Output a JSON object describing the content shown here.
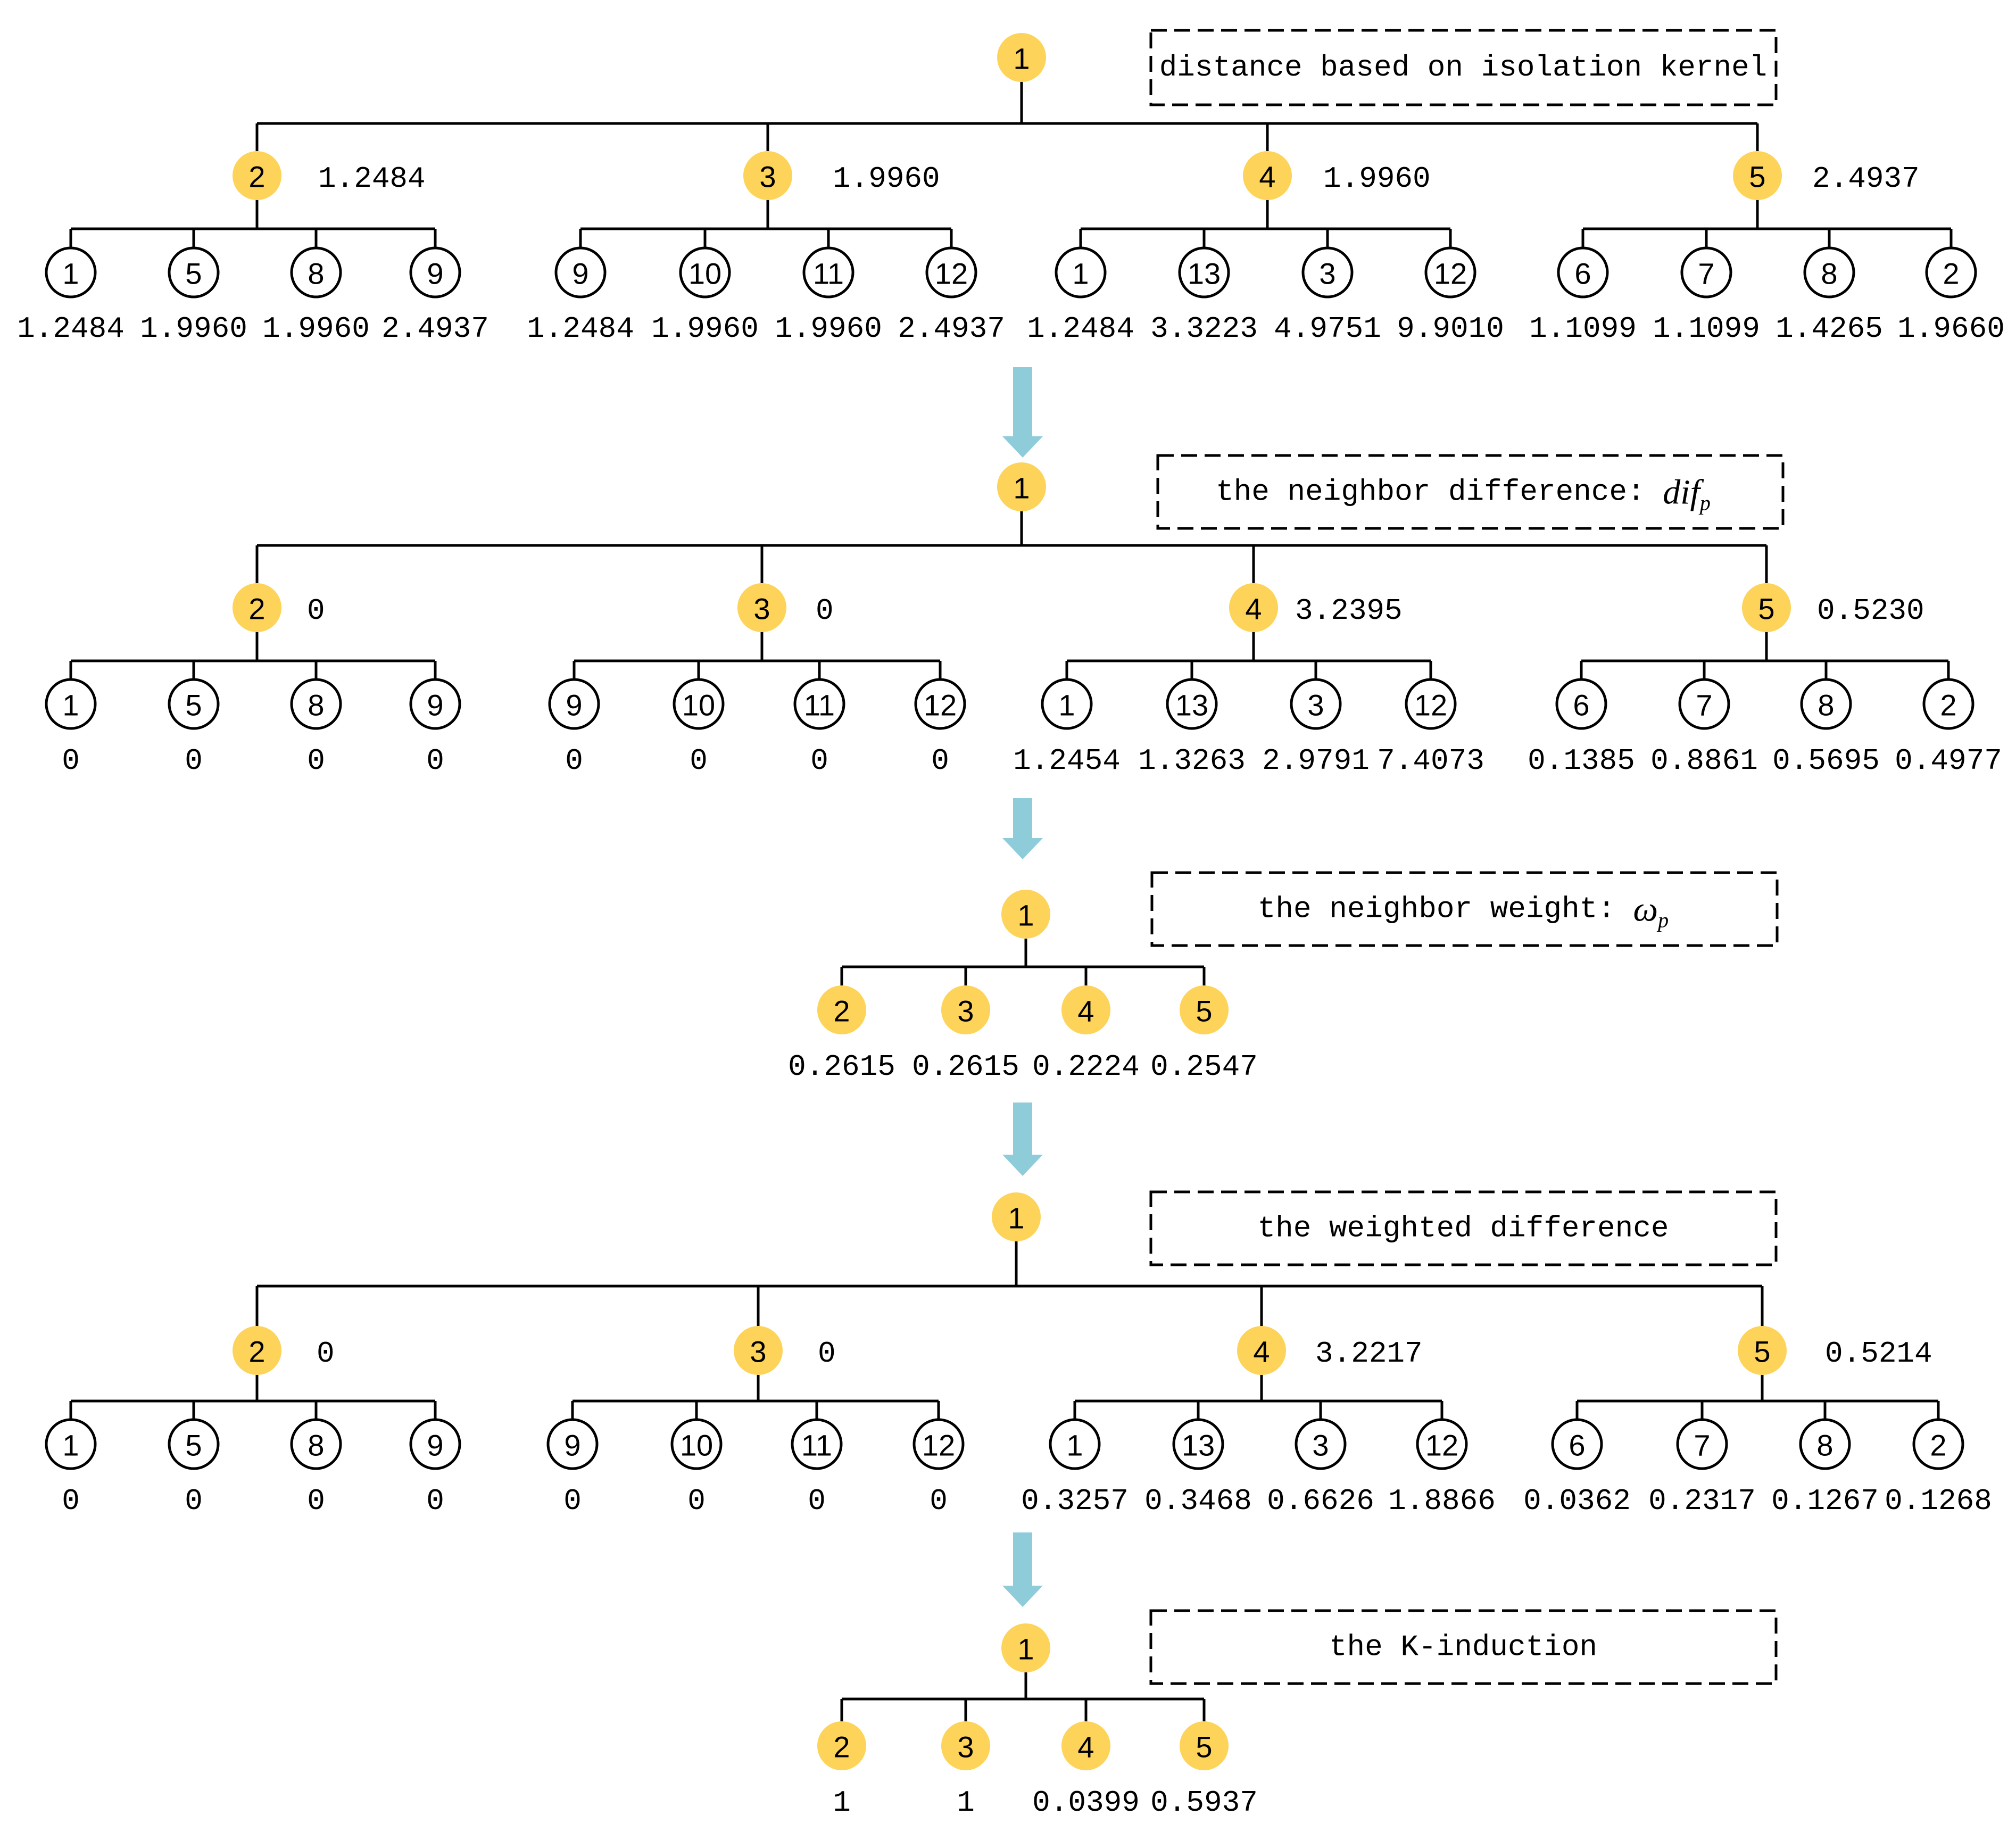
{
  "colors": {
    "highlight_node": "#FDD35A",
    "arrow": "#8FCCDA",
    "line": "#000000"
  },
  "stages": [
    {
      "title": "distance based on isolation kernel",
      "root": "1",
      "children": [
        {
          "label": "2",
          "value": "1.2484",
          "leaves": [
            {
              "label": "1",
              "value": "1.2484"
            },
            {
              "label": "5",
              "value": "1.9960"
            },
            {
              "label": "8",
              "value": "1.9960"
            },
            {
              "label": "9",
              "value": "2.4937"
            }
          ]
        },
        {
          "label": "3",
          "value": "1.9960",
          "leaves": [
            {
              "label": "9",
              "value": "1.2484"
            },
            {
              "label": "10",
              "value": "1.9960"
            },
            {
              "label": "11",
              "value": "1.9960"
            },
            {
              "label": "12",
              "value": "2.4937"
            }
          ]
        },
        {
          "label": "4",
          "value": "1.9960",
          "leaves": [
            {
              "label": "1",
              "value": "1.2484"
            },
            {
              "label": "13",
              "value": "3.3223"
            },
            {
              "label": "3",
              "value": "4.9751"
            },
            {
              "label": "12",
              "value": "9.9010"
            }
          ]
        },
        {
          "label": "5",
          "value": "2.4937",
          "leaves": [
            {
              "label": "6",
              "value": "1.1099"
            },
            {
              "label": "7",
              "value": "1.1099"
            },
            {
              "label": "8",
              "value": "1.4265"
            },
            {
              "label": "2",
              "value": "1.9660"
            }
          ]
        }
      ]
    },
    {
      "title": "the neighbor difference: ",
      "title_symbol": "dif",
      "title_sub": "p",
      "root": "1",
      "children": [
        {
          "label": "2",
          "value": "0",
          "leaves": [
            {
              "label": "1",
              "value": "0"
            },
            {
              "label": "5",
              "value": "0"
            },
            {
              "label": "8",
              "value": "0"
            },
            {
              "label": "9",
              "value": "0"
            }
          ]
        },
        {
          "label": "3",
          "value": "0",
          "leaves": [
            {
              "label": "9",
              "value": "0"
            },
            {
              "label": "10",
              "value": "0"
            },
            {
              "label": "11",
              "value": "0"
            },
            {
              "label": "12",
              "value": "0"
            }
          ]
        },
        {
          "label": "4",
          "value": "3.2395",
          "leaves": [
            {
              "label": "1",
              "value": "1.2454"
            },
            {
              "label": "13",
              "value": "1.3263"
            },
            {
              "label": "3",
              "value": "2.9791"
            },
            {
              "label": "12",
              "value": "7.4073"
            }
          ]
        },
        {
          "label": "5",
          "value": "0.5230",
          "leaves": [
            {
              "label": "6",
              "value": "0.1385"
            },
            {
              "label": "7",
              "value": "0.8861"
            },
            {
              "label": "8",
              "value": "0.5695"
            },
            {
              "label": "2",
              "value": "0.4977"
            }
          ]
        }
      ]
    },
    {
      "title": "the neighbor weight: ",
      "title_symbol": "ω",
      "title_sub": "p",
      "root": "1",
      "children": [
        {
          "label": "2",
          "value": "0.2615"
        },
        {
          "label": "3",
          "value": "0.2615"
        },
        {
          "label": "4",
          "value": "0.2224"
        },
        {
          "label": "5",
          "value": "0.2547"
        }
      ]
    },
    {
      "title": "the weighted difference",
      "root": "1",
      "children": [
        {
          "label": "2",
          "value": "0",
          "leaves": [
            {
              "label": "1",
              "value": "0"
            },
            {
              "label": "5",
              "value": "0"
            },
            {
              "label": "8",
              "value": "0"
            },
            {
              "label": "9",
              "value": "0"
            }
          ]
        },
        {
          "label": "3",
          "value": "0",
          "leaves": [
            {
              "label": "9",
              "value": "0"
            },
            {
              "label": "10",
              "value": "0"
            },
            {
              "label": "11",
              "value": "0"
            },
            {
              "label": "12",
              "value": "0"
            }
          ]
        },
        {
          "label": "4",
          "value": "3.2217",
          "leaves": [
            {
              "label": "1",
              "value": "0.3257"
            },
            {
              "label": "13",
              "value": "0.3468"
            },
            {
              "label": "3",
              "value": "0.6626"
            },
            {
              "label": "12",
              "value": "1.8866"
            }
          ]
        },
        {
          "label": "5",
          "value": "0.5214",
          "leaves": [
            {
              "label": "6",
              "value": "0.0362"
            },
            {
              "label": "7",
              "value": "0.2317"
            },
            {
              "label": "8",
              "value": "0.1267"
            },
            {
              "label": "2",
              "value": "0.1268"
            }
          ]
        }
      ]
    },
    {
      "title": "the K-induction",
      "root": "1",
      "children": [
        {
          "label": "2",
          "value": "1"
        },
        {
          "label": "3",
          "value": "1"
        },
        {
          "label": "4",
          "value": "0.0399"
        },
        {
          "label": "5",
          "value": "0.5937"
        }
      ]
    }
  ]
}
